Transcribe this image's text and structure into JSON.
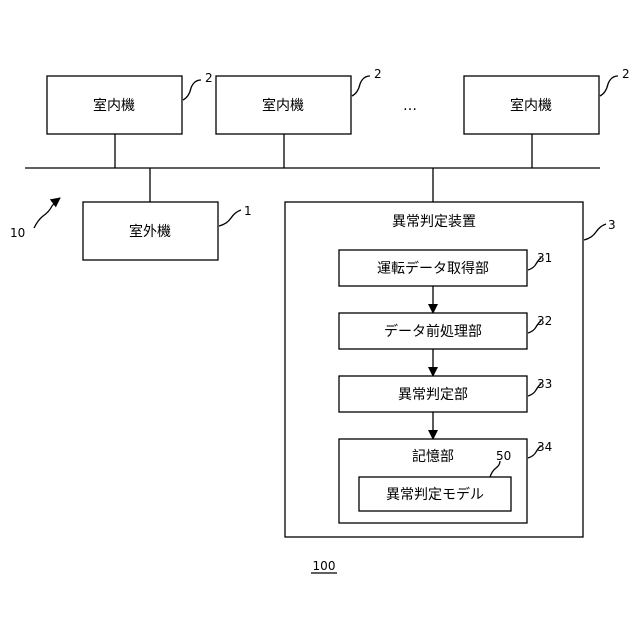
{
  "indoor_units": [
    {
      "label": "室内機",
      "ref": "2"
    },
    {
      "label": "室内機",
      "ref": "2"
    },
    {
      "label": "室内機",
      "ref": "2"
    }
  ],
  "ellipsis": "…",
  "system_ref": "10",
  "outdoor_unit": {
    "label": "室外機",
    "ref": "1"
  },
  "device": {
    "title": "異常判定装置",
    "ref": "3",
    "units": [
      {
        "label": "運転データ取得部",
        "ref": "31"
      },
      {
        "label": "データ前処理部",
        "ref": "32"
      },
      {
        "label": "異常判定部",
        "ref": "33"
      }
    ],
    "storage": {
      "label": "記憶部",
      "ref": "34",
      "model": {
        "label": "異常判定モデル",
        "ref": "50"
      }
    }
  },
  "figure_ref": "100"
}
